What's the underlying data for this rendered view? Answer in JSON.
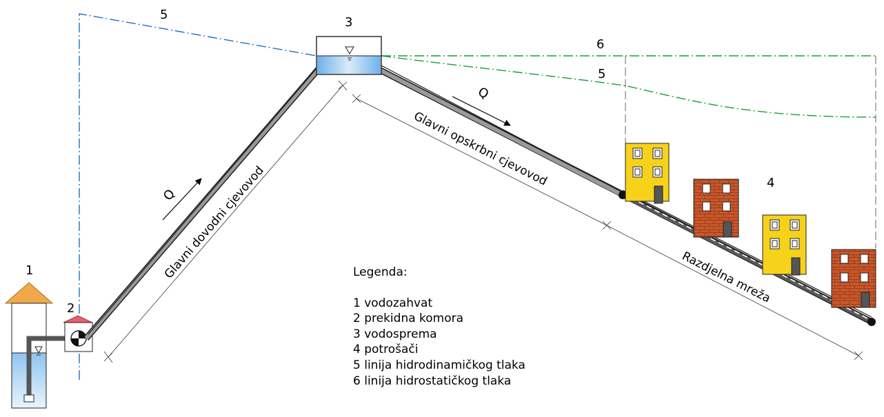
{
  "labels": {
    "n1": "1",
    "n2": "2",
    "n3": "3",
    "n4": "4",
    "line5_left": "5",
    "line5_right": "5",
    "line6": "6",
    "flow_left": "Q",
    "flow_right": "Q"
  },
  "pipes": {
    "supply_main": "Glavni dovodni cjevovod",
    "distribution_main": "Glavni opskrbni cjevovod",
    "network": "Razdjelna mreža"
  },
  "legend": {
    "title": "Legenda:",
    "items": [
      "1 vodozahvat",
      "2 prekidna komora",
      "3 vodosprema",
      "4 potrošači",
      "5 linija hidrodinamičkog tlaka",
      "6 linija hidrostatičkog tlaka"
    ]
  },
  "colors": {
    "water": "#b7d9f5",
    "dynamic_line_left": "#1f6fbf",
    "pressure_lines": "#1a9b3a",
    "intake_roof": "#f0a94a",
    "chamber_roof": "#e8606a",
    "building_yellow": "#f6d21a",
    "building_brick": "#c9582c",
    "pipe": "#6e6e6e"
  }
}
